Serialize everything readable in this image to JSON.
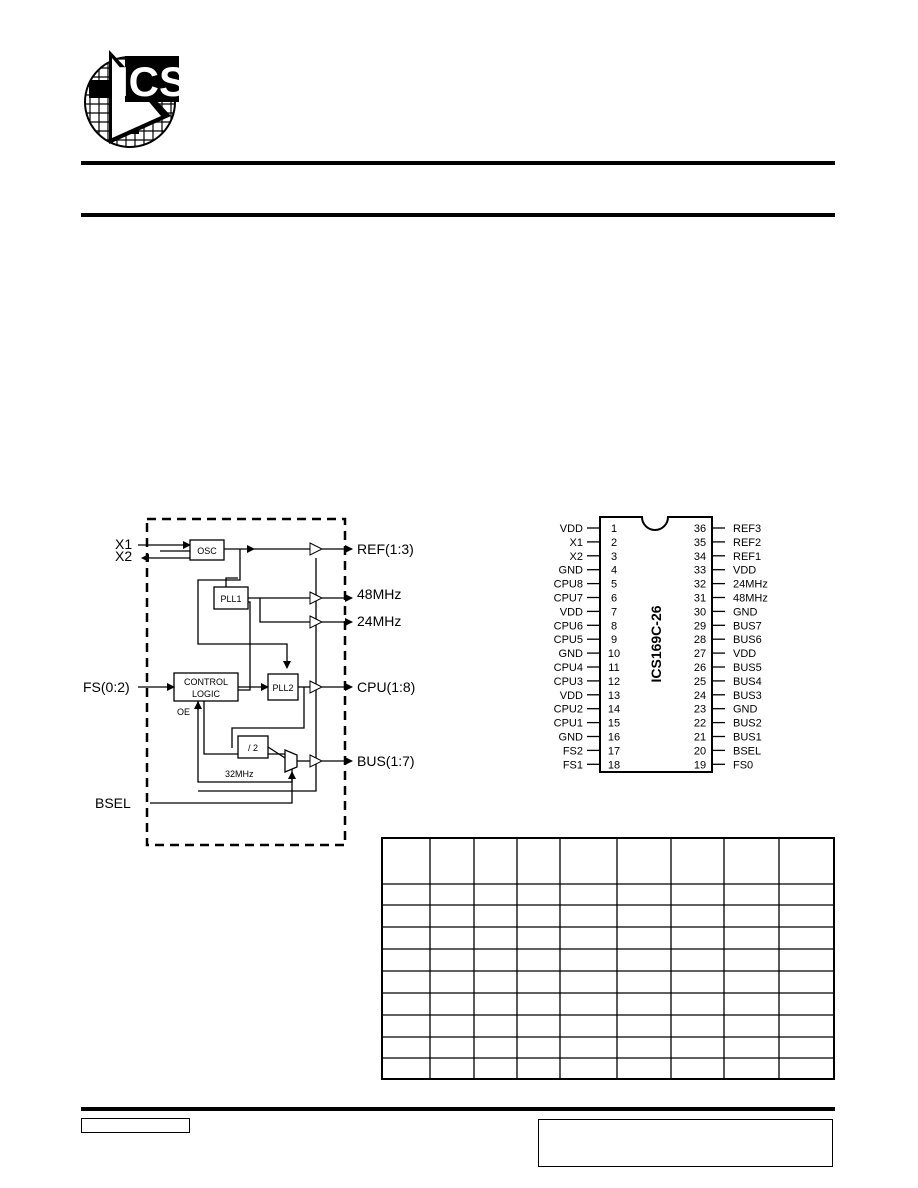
{
  "logo": {
    "text": "ICS"
  },
  "block_diagram": {
    "inputs": {
      "x1": "X1",
      "x2": "X2",
      "fs": "FS(0:2)",
      "bsel": "BSEL"
    },
    "blocks": {
      "osc": "OSC",
      "pll1": "PLL1",
      "pll2": "PLL2",
      "control_line1": "CONTROL",
      "control_line2": "LOGIC",
      "div2": "/ 2"
    },
    "labels": {
      "oe": "OE",
      "mhz32": "32MHz"
    },
    "outputs": [
      "REF(1:3)",
      "48MHz",
      "24MHz",
      "CPU(1:8)",
      "BUS(1:7)"
    ]
  },
  "pinout": {
    "part_number": "ICS169C-26",
    "left_pins": [
      {
        "name": "VDD",
        "num": "1"
      },
      {
        "name": "X1",
        "num": "2"
      },
      {
        "name": "X2",
        "num": "3"
      },
      {
        "name": "GND",
        "num": "4"
      },
      {
        "name": "CPU8",
        "num": "5"
      },
      {
        "name": "CPU7",
        "num": "6"
      },
      {
        "name": "VDD",
        "num": "7"
      },
      {
        "name": "CPU6",
        "num": "8"
      },
      {
        "name": "CPU5",
        "num": "9"
      },
      {
        "name": "GND",
        "num": "10"
      },
      {
        "name": "CPU4",
        "num": "11"
      },
      {
        "name": "CPU3",
        "num": "12"
      },
      {
        "name": "VDD",
        "num": "13"
      },
      {
        "name": "CPU2",
        "num": "14"
      },
      {
        "name": "CPU1",
        "num": "15"
      },
      {
        "name": "GND",
        "num": "16"
      },
      {
        "name": "FS2",
        "num": "17"
      },
      {
        "name": "FS1",
        "num": "18"
      }
    ],
    "right_pins": [
      {
        "name": "REF3",
        "num": "36"
      },
      {
        "name": "REF2",
        "num": "35"
      },
      {
        "name": "REF1",
        "num": "34"
      },
      {
        "name": "VDD",
        "num": "33"
      },
      {
        "name": "24MHz",
        "num": "32"
      },
      {
        "name": "48MHz",
        "num": "31"
      },
      {
        "name": "GND",
        "num": "30"
      },
      {
        "name": "BUS7",
        "num": "29"
      },
      {
        "name": "BUS6",
        "num": "28"
      },
      {
        "name": "VDD",
        "num": "27"
      },
      {
        "name": "BUS5",
        "num": "26"
      },
      {
        "name": "BUS4",
        "num": "25"
      },
      {
        "name": "BUS3",
        "num": "24"
      },
      {
        "name": "GND",
        "num": "23"
      },
      {
        "name": "BUS2",
        "num": "22"
      },
      {
        "name": "BUS1",
        "num": "21"
      },
      {
        "name": "BSEL",
        "num": "20"
      },
      {
        "name": "FS0",
        "num": "19"
      }
    ]
  },
  "colors": {
    "ink": "#000000",
    "paper": "#ffffff"
  }
}
